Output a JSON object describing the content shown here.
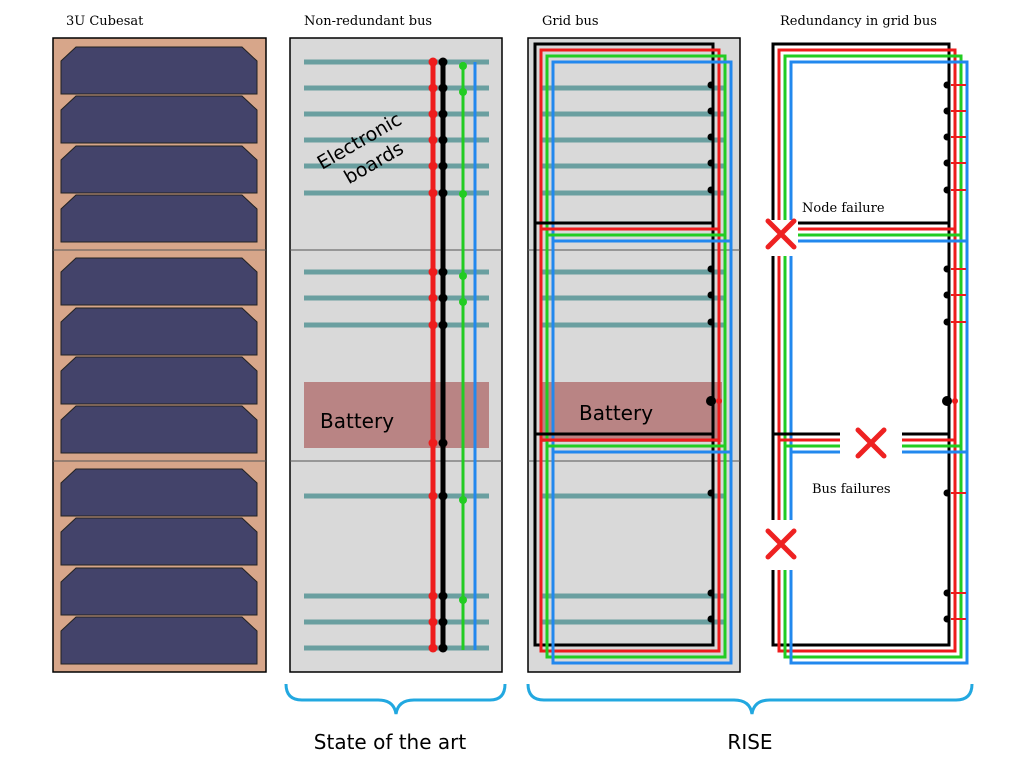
{
  "panels": {
    "cubesat": "3U Cubesat",
    "non_redundant": "Non-redundant bus",
    "grid": "Grid bus",
    "redundancy": "Redundancy in grid bus"
  },
  "labels": {
    "electronic_boards_line1": "Electronic",
    "electronic_boards_line2": "boards",
    "battery_left": "Battery",
    "battery_grid": "Battery",
    "node_failure": "Node failure",
    "bus_failures": "Bus failures"
  },
  "groups": {
    "state_of_art": "State of the art",
    "rise": "RISE"
  },
  "colors": {
    "panel_bg": "#d9d9d9",
    "cubesat_bg": "#d7a68a",
    "solar_cell": "#43436a",
    "board": "#6a9fa0",
    "battery": "#b98484",
    "bus_red": "#ee1c1c",
    "bus_black": "#000000",
    "bus_green": "#22cc22",
    "bus_blue": "#2288ee",
    "failure": "#ee2222",
    "brace": "#22a8e0"
  }
}
